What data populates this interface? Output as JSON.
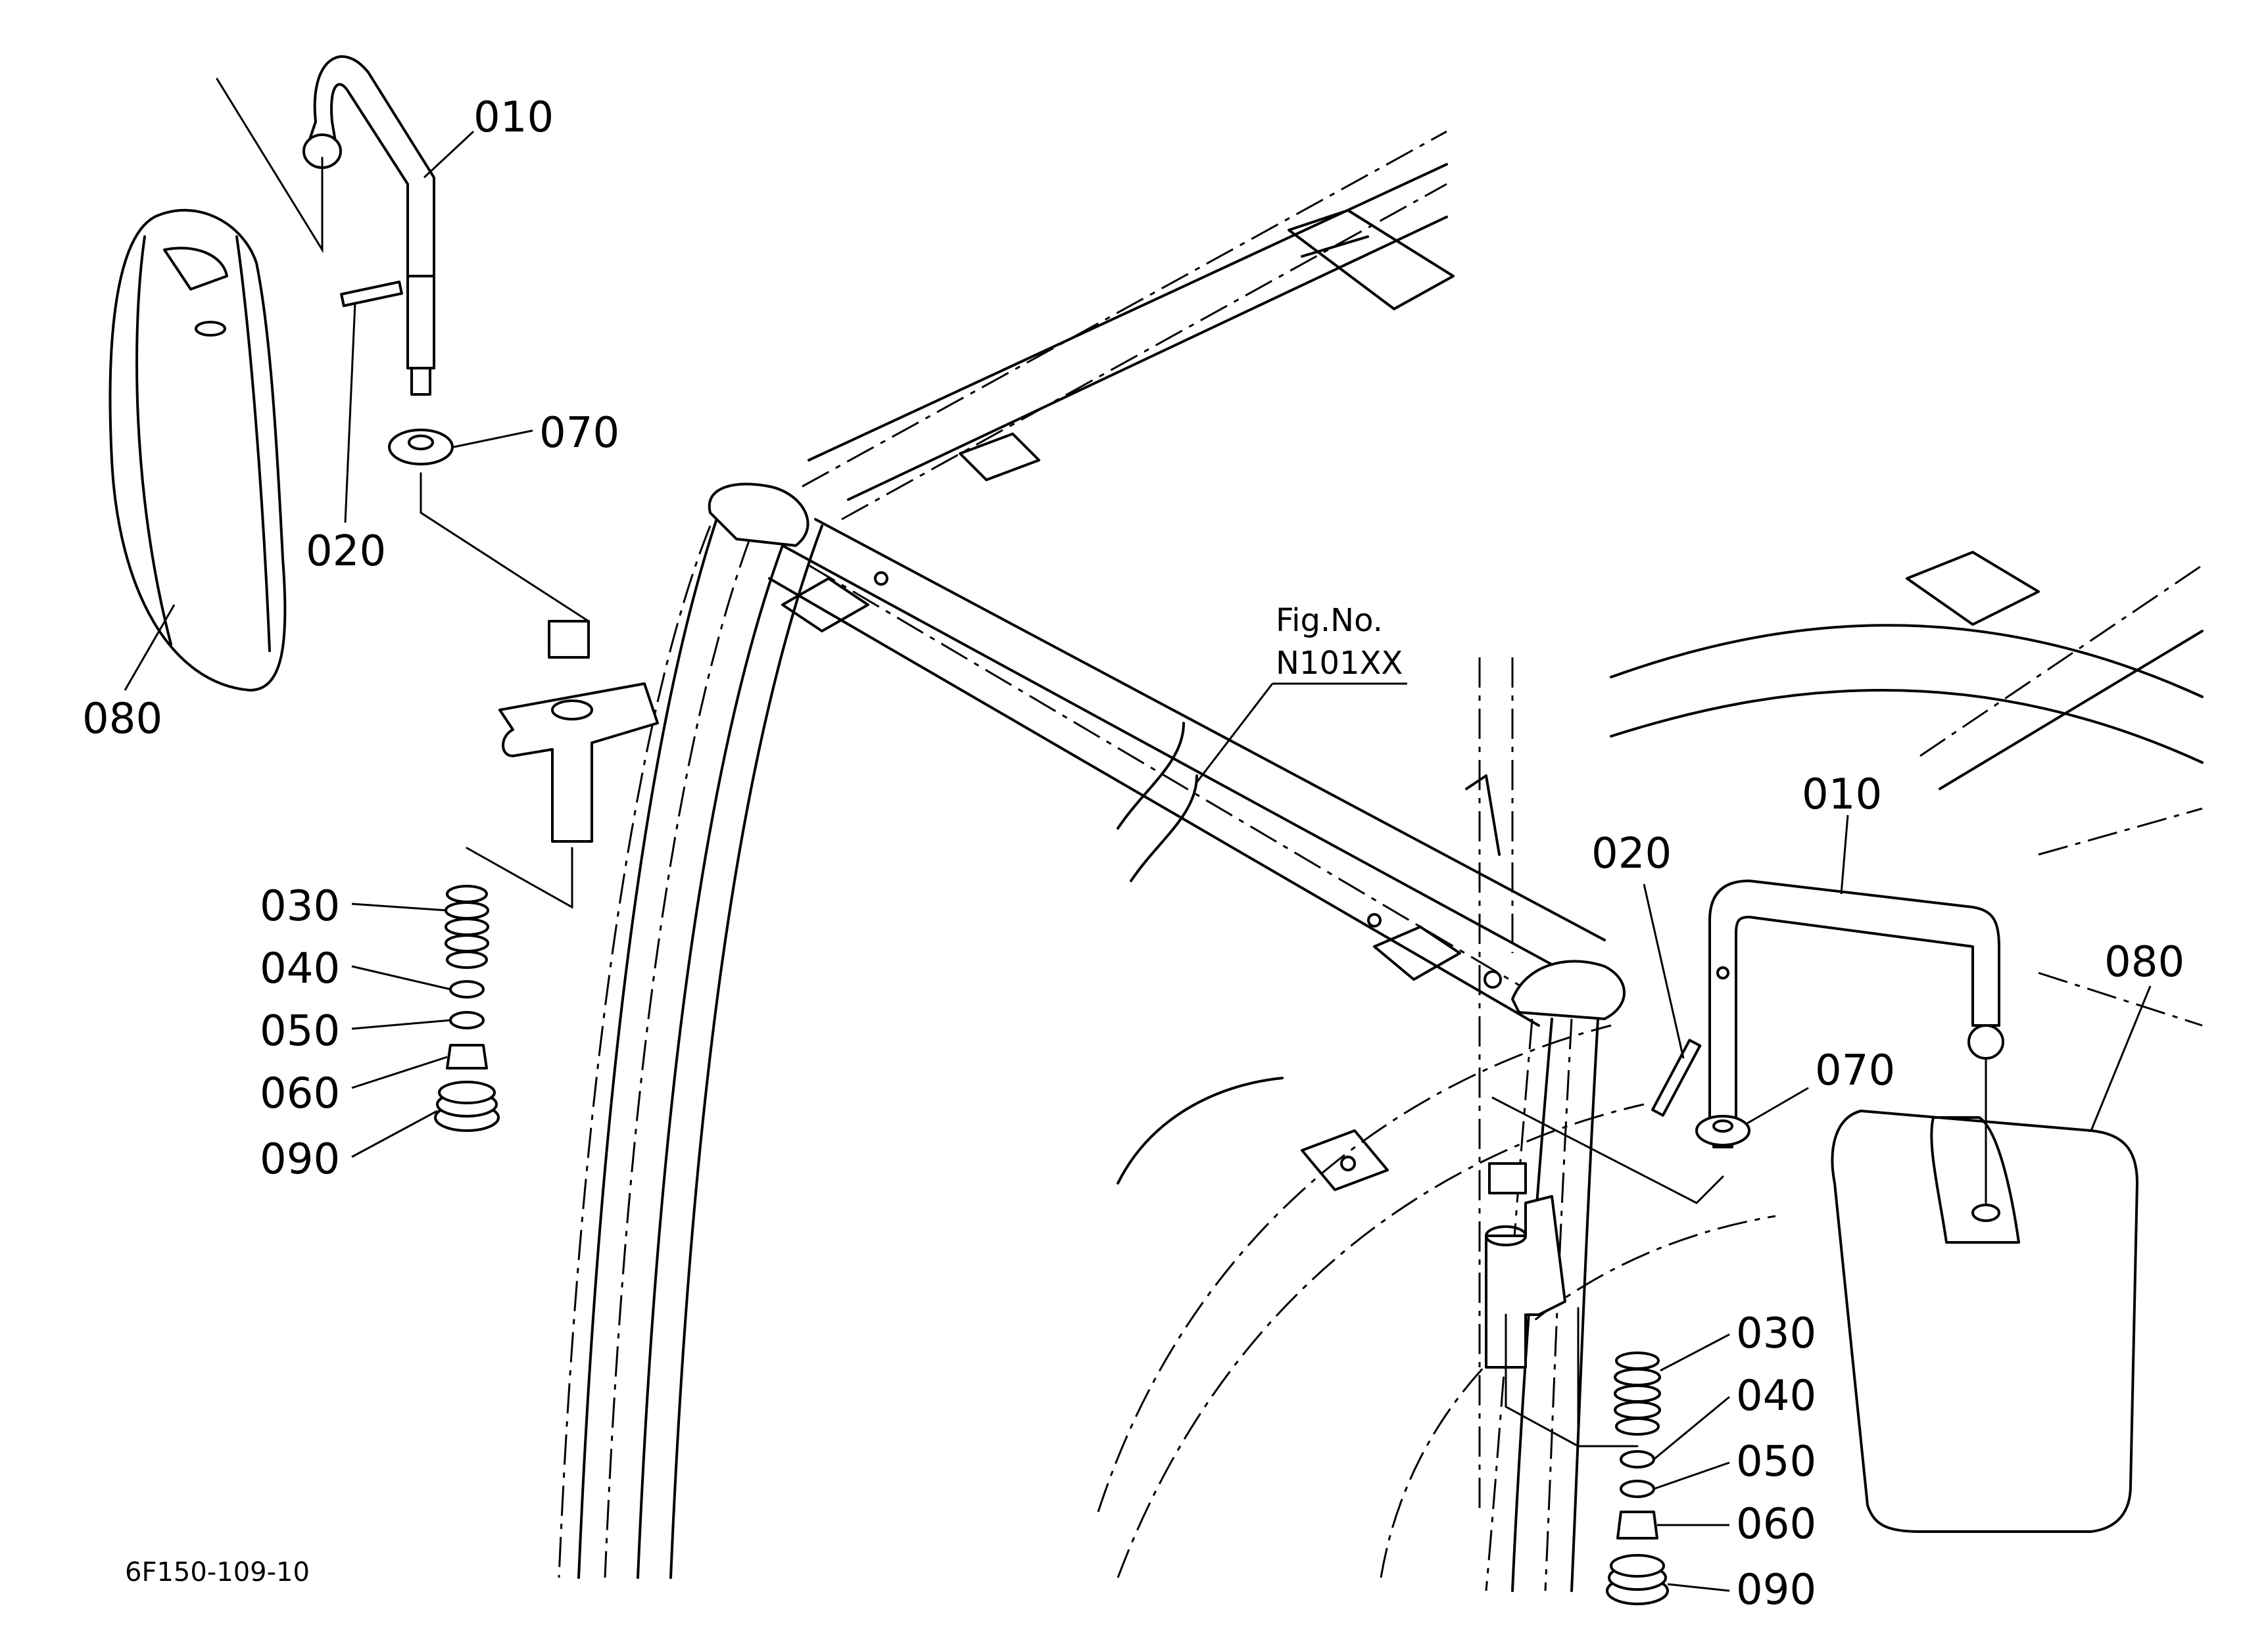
{
  "figure": {
    "fig_label_line1": "Fig.No.",
    "fig_label_line2": "N101XX",
    "drawing_code": "6F150-109-10"
  },
  "callouts_left": {
    "c010": "010",
    "c070": "070",
    "c020": "020",
    "c080": "080",
    "c030": "030",
    "c040": "040",
    "c050": "050",
    "c060": "060",
    "c090": "090"
  },
  "callouts_right": {
    "c010": "010",
    "c020": "020",
    "c080": "080",
    "c070": "070",
    "c030": "030",
    "c040": "040",
    "c050": "050",
    "c060": "060",
    "c090": "090"
  }
}
